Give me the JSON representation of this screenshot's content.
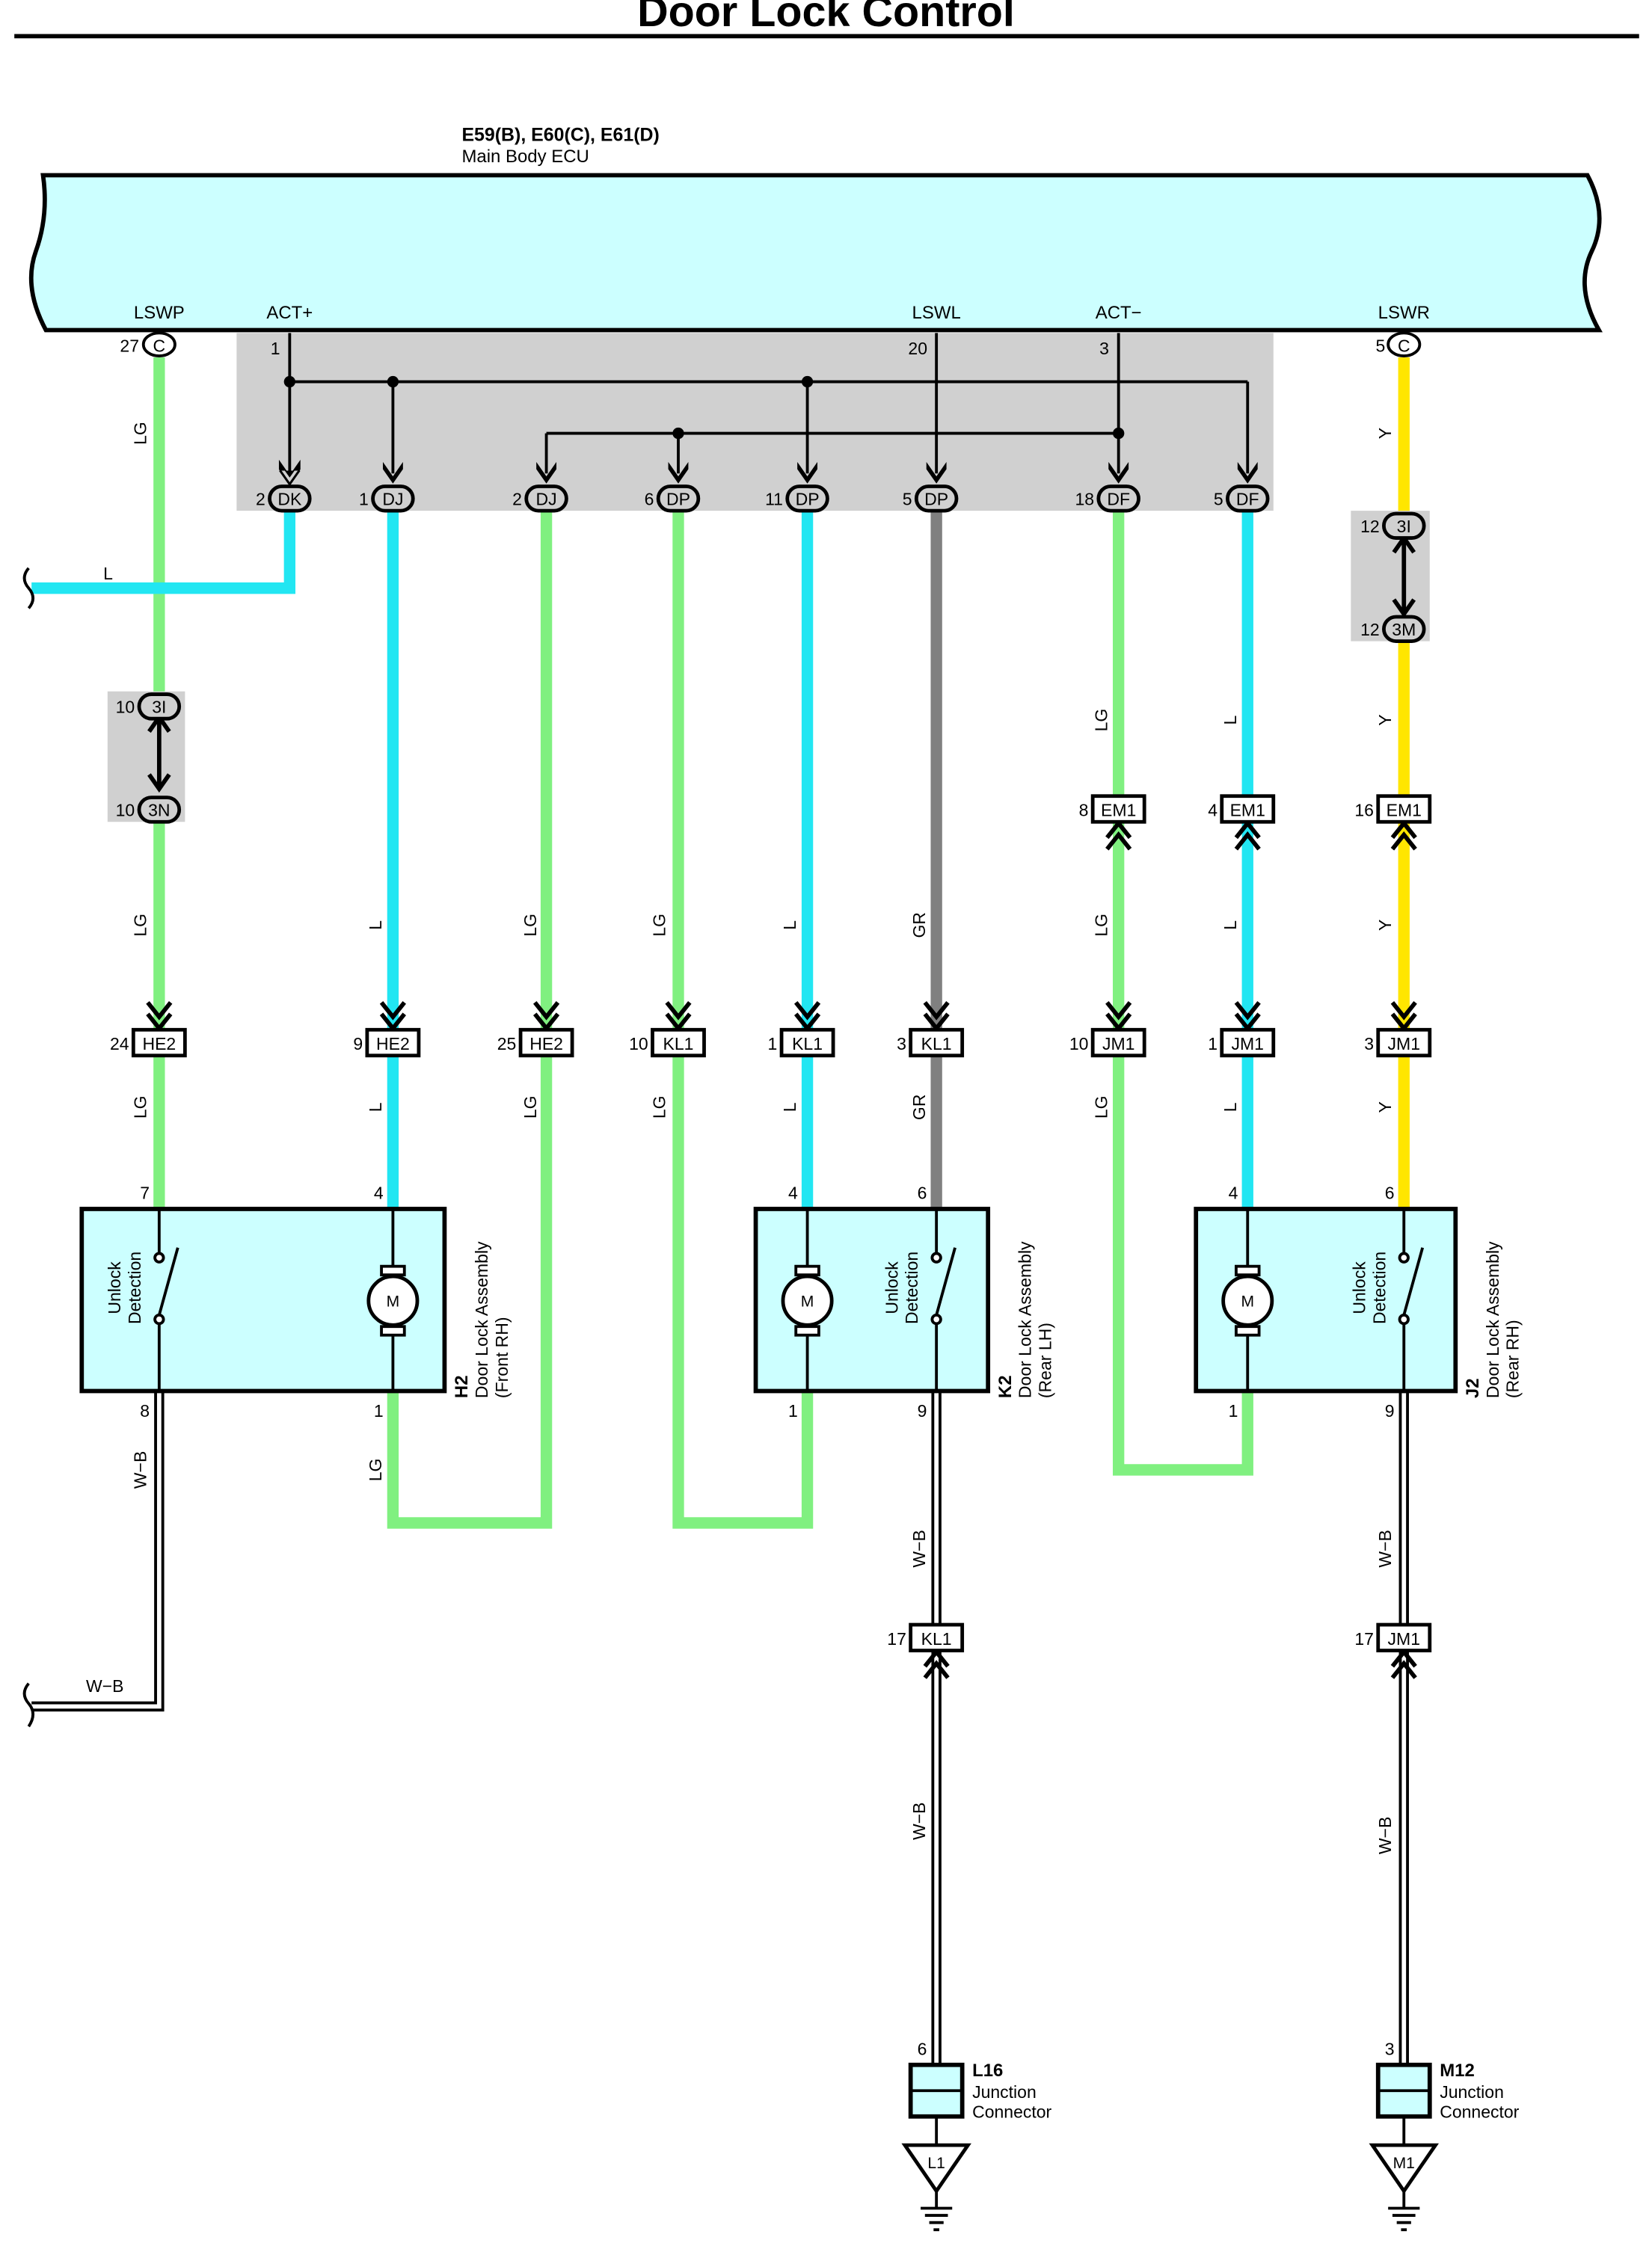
{
  "title": "Door Lock Control",
  "ecu": {
    "code": "E59(B), E60(C), E61(D)",
    "name": "Main Body ECU",
    "signals": {
      "lswp": "LSWP",
      "act_plus": "ACT+",
      "lswl": "LSWL",
      "act_minus": "ACT−",
      "lswr": "LSWR"
    },
    "pins": {
      "lswp": "27",
      "act_plus": "1",
      "lswl": "20",
      "act_minus": "3",
      "lswr": "5"
    },
    "connector_c": "C"
  },
  "connectors": {
    "c1": {
      "pin": "2",
      "name": "DK"
    },
    "c2": {
      "pin": "1",
      "name": "DJ"
    },
    "c3": {
      "pin": "2",
      "name": "DJ"
    },
    "c4": {
      "pin": "6",
      "name": "DP"
    },
    "c5": {
      "pin": "11",
      "name": "DP"
    },
    "c6": {
      "pin": "5",
      "name": "DP"
    },
    "c7": {
      "pin": "18",
      "name": "DF"
    },
    "c8": {
      "pin": "5",
      "name": "DF"
    },
    "j3i_left": {
      "pin": "10",
      "name": "3I"
    },
    "j3n": {
      "pin": "10",
      "name": "3N"
    },
    "j3i_right": {
      "pin": "12",
      "name": "3I"
    },
    "j3m": {
      "pin": "12",
      "name": "3M"
    },
    "em1_a": {
      "pin": "8",
      "name": "EM1"
    },
    "em1_b": {
      "pin": "4",
      "name": "EM1"
    },
    "em1_c": {
      "pin": "16",
      "name": "EM1"
    },
    "he2_a": {
      "pin": "24",
      "name": "HE2"
    },
    "he2_b": {
      "pin": "9",
      "name": "HE2"
    },
    "he2_c": {
      "pin": "25",
      "name": "HE2"
    },
    "kl1_a": {
      "pin": "10",
      "name": "KL1"
    },
    "kl1_b": {
      "pin": "1",
      "name": "KL1"
    },
    "kl1_c": {
      "pin": "3",
      "name": "KL1"
    },
    "jm1_a": {
      "pin": "10",
      "name": "JM1"
    },
    "jm1_b": {
      "pin": "1",
      "name": "JM1"
    },
    "jm1_c": {
      "pin": "3",
      "name": "JM1"
    },
    "kl1_gnd": {
      "pin": "17",
      "name": "KL1"
    },
    "jm1_gnd": {
      "pin": "17",
      "name": "JM1"
    }
  },
  "wire_colors": {
    "lg": "LG",
    "l": "L",
    "gr": "GR",
    "y": "Y",
    "wb": "W−B"
  },
  "colors": {
    "lg": "#80F080",
    "l": "#22E6F2",
    "gr": "#808080",
    "y": "#FFE600",
    "component_fill": "#CCFFFF",
    "splice_fill": "#D0D0D0"
  },
  "components": {
    "h2": {
      "code": "H2",
      "name": "Door Lock Assembly",
      "position": "(Front RH)",
      "switch_label_1": "Unlock",
      "switch_label_2": "Detection",
      "motor": "M",
      "pins": {
        "a": "7",
        "b": "4",
        "c": "8",
        "d": "1"
      }
    },
    "k2": {
      "code": "K2",
      "name": "Door Lock Assembly",
      "position": "(Rear LH)",
      "switch_label_1": "Unlock",
      "switch_label_2": "Detection",
      "motor": "M",
      "pins": {
        "a": "4",
        "b": "6",
        "c": "1",
        "d": "9"
      }
    },
    "j2": {
      "code": "J2",
      "name": "Door Lock Assembly",
      "position": "(Rear RH)",
      "switch_label_1": "Unlock",
      "switch_label_2": "Detection",
      "motor": "M",
      "pins": {
        "a": "4",
        "b": "6",
        "c": "1",
        "d": "9"
      }
    },
    "l16": {
      "code": "L16",
      "name_1": "Junction",
      "name_2": "Connector",
      "pin": "6",
      "ground": "L1"
    },
    "m12": {
      "code": "M12",
      "name_1": "Junction",
      "name_2": "Connector",
      "pin": "3",
      "ground": "M1"
    }
  }
}
